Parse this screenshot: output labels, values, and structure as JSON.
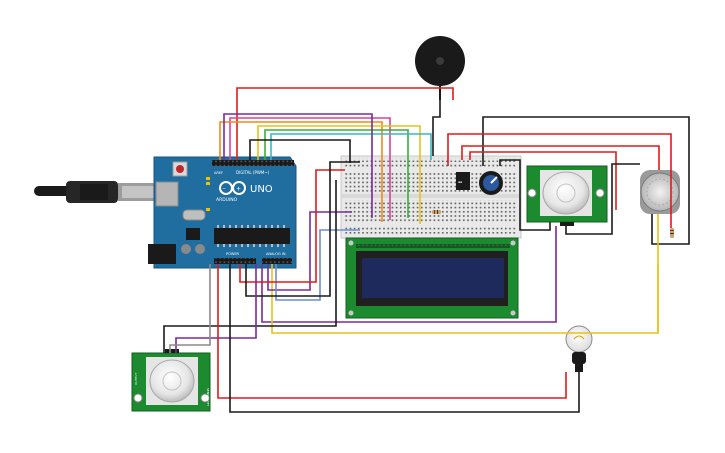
{
  "arduino": {
    "brand_label": "ARDUINO",
    "model_label": "UNO",
    "digital_header_label": "DIGITAL (PWM~)",
    "analog_header_label": "ANALOG IN",
    "power_header_label": "POWER",
    "aref_label": "AREF",
    "gnd_label": "GND"
  },
  "pir_sensor": {
    "output_label": "OUTPUT",
    "sensitivity_label": "SENSITIVITY",
    "delay_label": "DELAY"
  },
  "colors": {
    "board": "#1f6e9f",
    "board_dark": "#15557f",
    "breadboard": "#e9e9e9",
    "lcd_pcb": "#1c8a2e",
    "lcd_screen": "#1e2a5c",
    "pir_pcb": "#1c8a2e",
    "wire_red": "#e01b1b",
    "wire_black": "#1a1a1a",
    "wire_purple": "#7a2a9a",
    "wire_orange": "#f08a16",
    "wire_yellow": "#e8c21a",
    "wire_green": "#3cae3c",
    "wire_teal": "#36b9c4",
    "wire_pink": "#d9409a",
    "wire_gray": "#8a8a8a"
  },
  "components": [
    "arduino-uno",
    "usb-cable",
    "breadboard",
    "lcd-16x2",
    "piezo-buzzer",
    "potentiometer",
    "ic-chip",
    "pir-sensor-right",
    "pir-sensor-left",
    "gas-sensor",
    "light-bulb",
    "resistors"
  ]
}
